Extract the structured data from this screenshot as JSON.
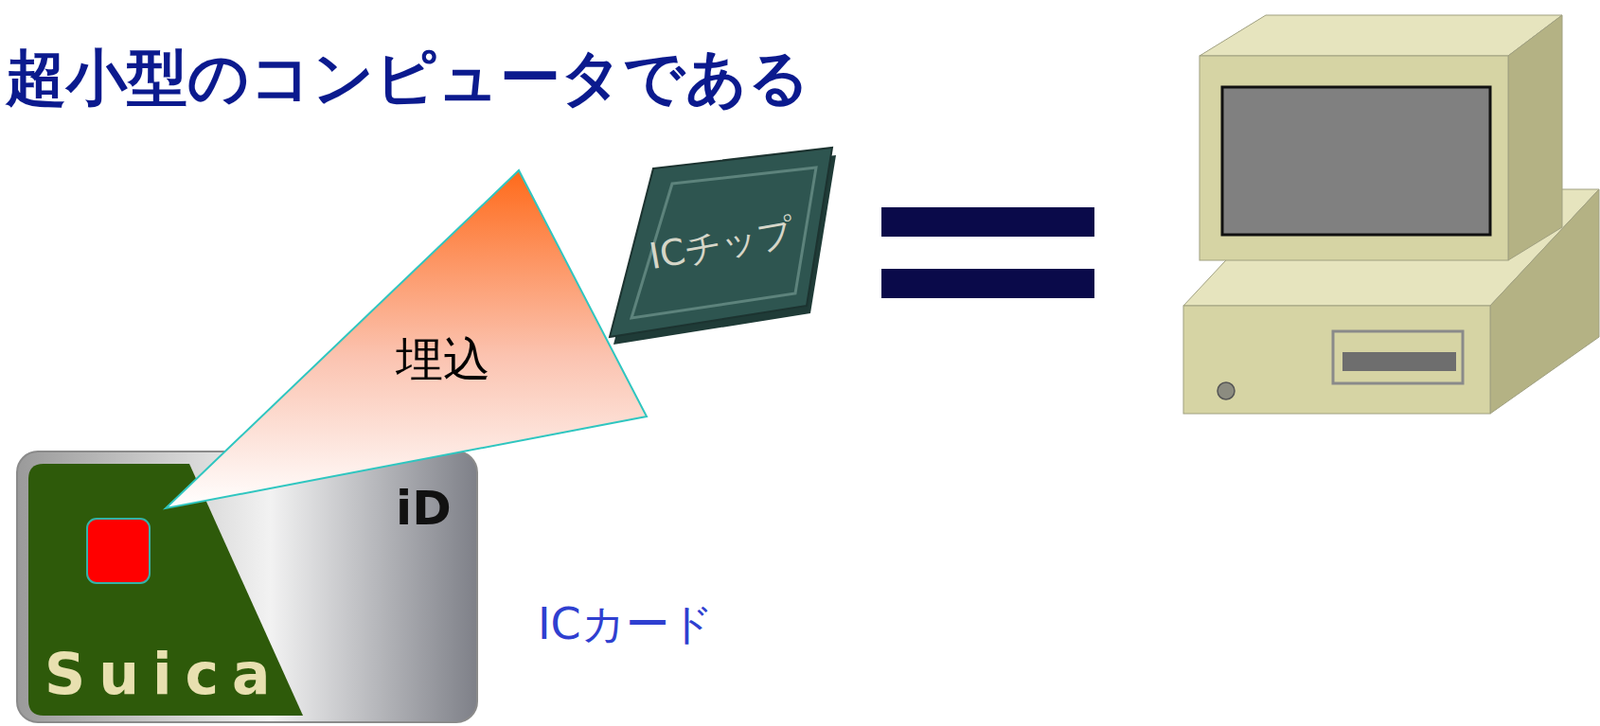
{
  "diagram": {
    "title": "超小型のコンピュータである",
    "nodes": [
      {
        "text": [
          "Suica",
          "iD"
        ]
      },
      {
        "text": [
          "埋込"
        ]
      },
      {
        "text": [
          "ICチップ"
        ]
      }
    ],
    "labels": [
      "ICカード"
    ]
  }
}
